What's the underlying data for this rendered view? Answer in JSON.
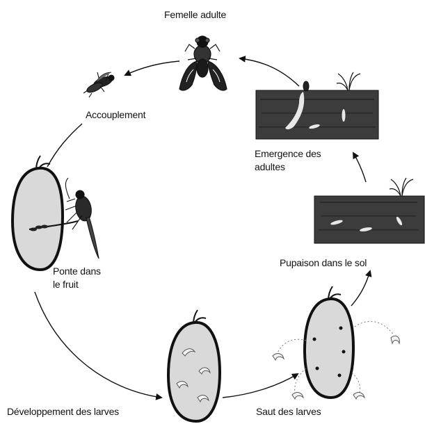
{
  "labels": {
    "adult_female": "Femelle adulte",
    "mating": "Accouplement",
    "emergence_line1": "Emergence des",
    "emergence_line2": "adultes",
    "egg_laying_line1": "Ponte dans",
    "egg_laying_line2": "le fruit",
    "pupation": "Pupaison dans le sol",
    "larval_development": "Développement des larves",
    "larvae_jump": "Saut des larves"
  },
  "colors": {
    "ink": "#111111",
    "soil": "#3c3c3c",
    "fruit": "#d9d9d9",
    "larva": "#f2f2f2"
  },
  "icons": [
    "fly-female-icon",
    "fly-mating-icon",
    "fly-laying-icon",
    "fruit-icon",
    "soil-icon",
    "larva-icon",
    "arrow-icon"
  ]
}
